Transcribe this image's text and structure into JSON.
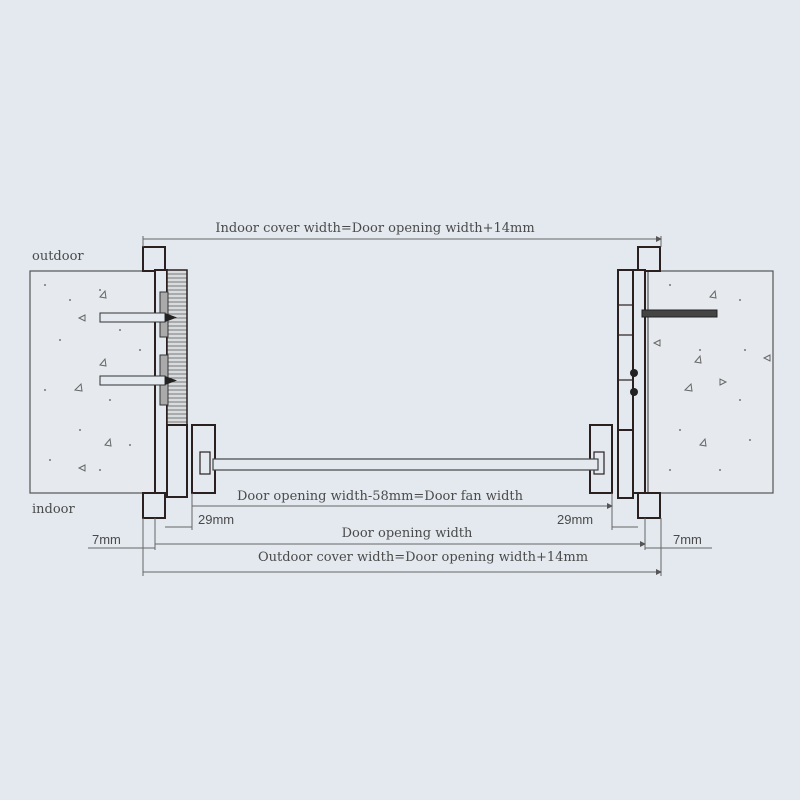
{
  "labels": {
    "outdoor": "outdoor",
    "indoor": "indoor",
    "indoor_cover_width": "Indoor cover width=Door opening width+14mm",
    "door_fan_width": "Door opening width-58mm=Door fan width",
    "left_29mm": "29mm",
    "right_29mm": "29mm",
    "door_opening_width": "Door opening width",
    "left_7mm": "7mm",
    "right_7mm": "7mm",
    "outdoor_cover_width": "Outdoor cover width=Door opening width+14mm"
  }
}
